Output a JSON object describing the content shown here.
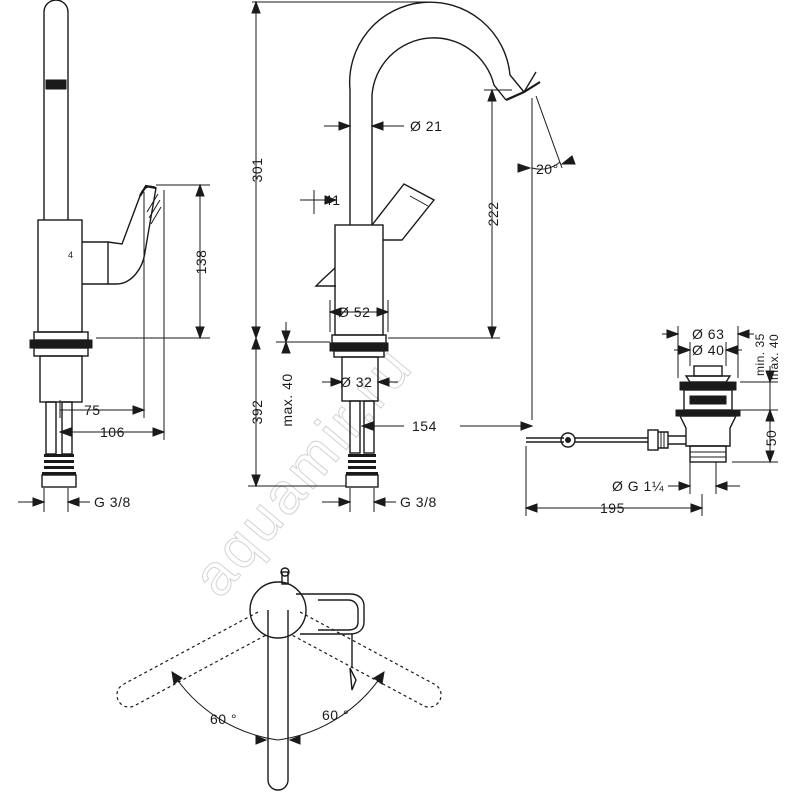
{
  "watermark": "aquamir.ru",
  "dimensions": {
    "d21": "Ø 21",
    "a20": "20°",
    "h301": "301",
    "h222": "222",
    "w41": "41",
    "h138": "138",
    "d52": "Ø 52",
    "maxH40": "max. 40",
    "d32": "Ø 32",
    "h392": "392",
    "w75": "75",
    "w106": "106",
    "w154": "154",
    "thread_left": "G 3/8",
    "thread_mid": "G 3/8",
    "d63": "Ø 63",
    "d40": "Ø 40",
    "min35": "min. 35",
    "max40": "max. 40",
    "h50": "50",
    "g114": "Ø G 1¼",
    "w195": "195",
    "angle_left": "60 °",
    "angle_right": "60 °",
    "handle_mark": "4"
  }
}
